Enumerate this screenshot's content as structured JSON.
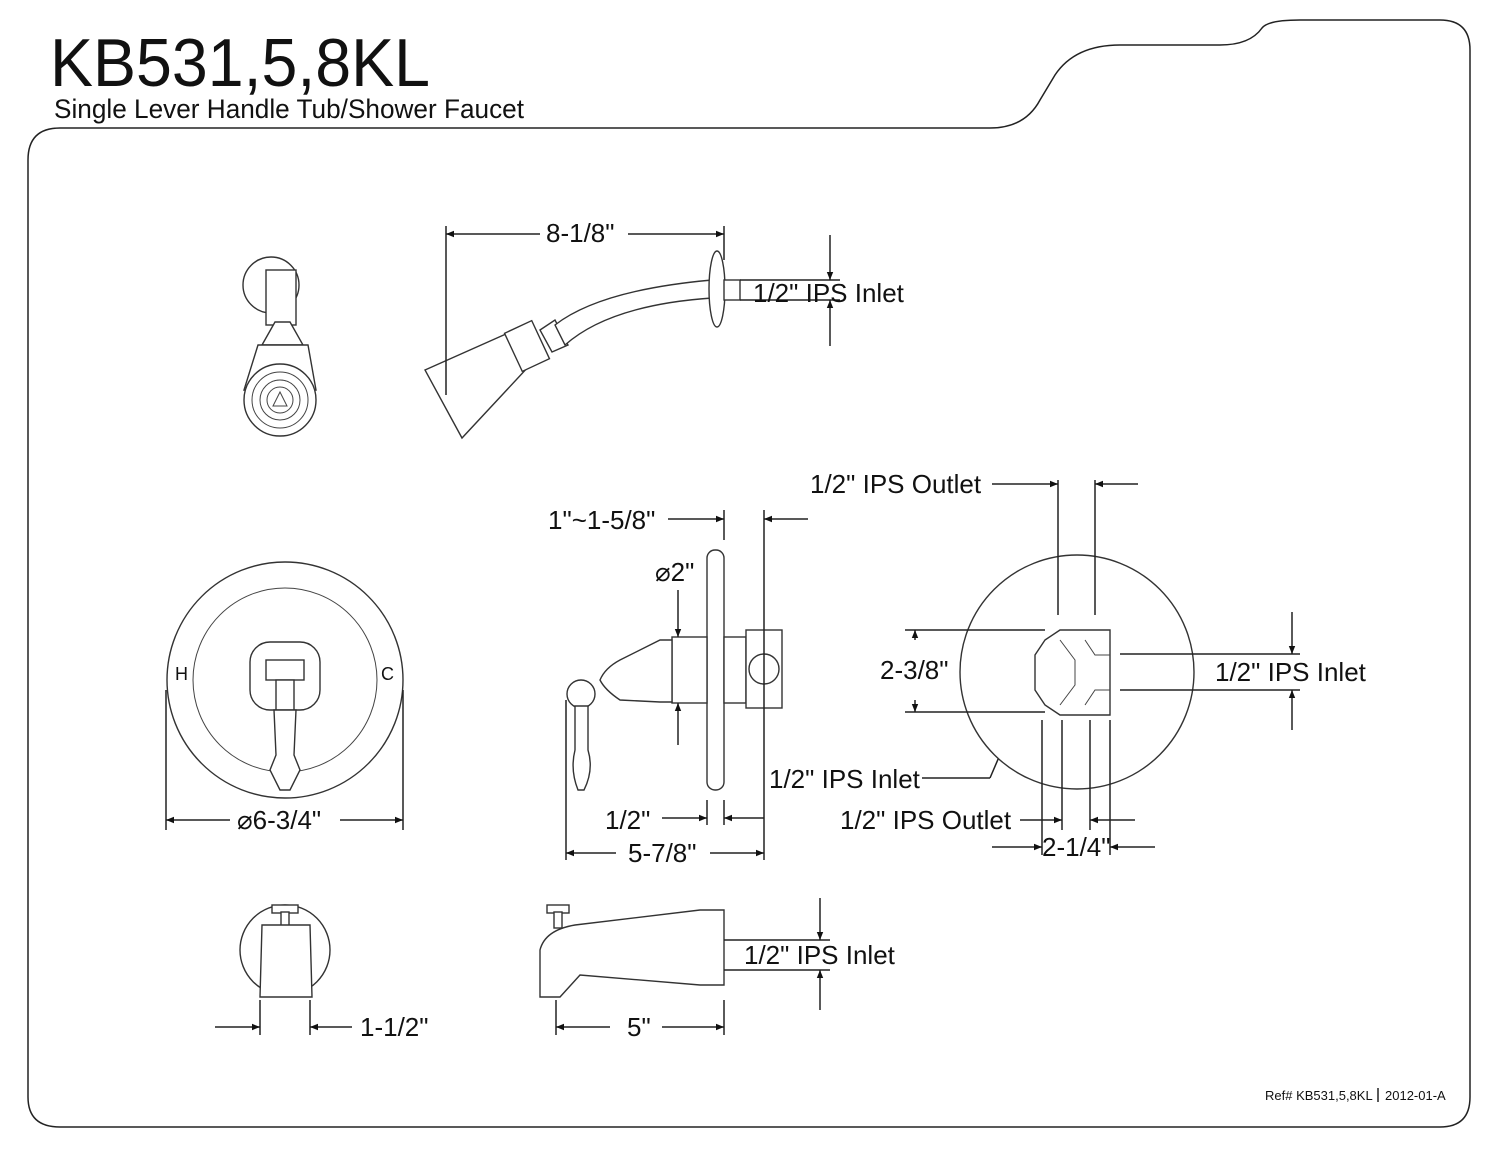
{
  "header": {
    "title": "KB531,5,8KL",
    "subtitle": "Single Lever Handle Tub/Shower Faucet"
  },
  "shower": {
    "arm_length": "8-1/8\"",
    "inlet": "1/2\" IPS Inlet"
  },
  "valve_front": {
    "hot_mark": "H",
    "cold_mark": "C",
    "diameter": "⌀6-3/4\""
  },
  "valve_side": {
    "depth_range": "1\"~1-5/8\"",
    "bonnet_diameter": "⌀2\"",
    "plate_offset": "1/2\"",
    "overall_depth": "5-7/8\"",
    "inlet": "1/2\" IPS Inlet"
  },
  "valve_back": {
    "outlet_top": "1/2\" IPS Outlet",
    "height": "2-3/8\"",
    "inlet_right": "1/2\" IPS Inlet",
    "outlet_bottom": "1/2\" IPS Outlet",
    "width": "2-1/4\""
  },
  "tub_spout": {
    "width": "1-1/2\"",
    "length": "5\"",
    "inlet": "1/2\" IPS Inlet"
  },
  "footer": {
    "reference": "Ref# KB531,5,8KL",
    "revision": "2012-01-A"
  }
}
